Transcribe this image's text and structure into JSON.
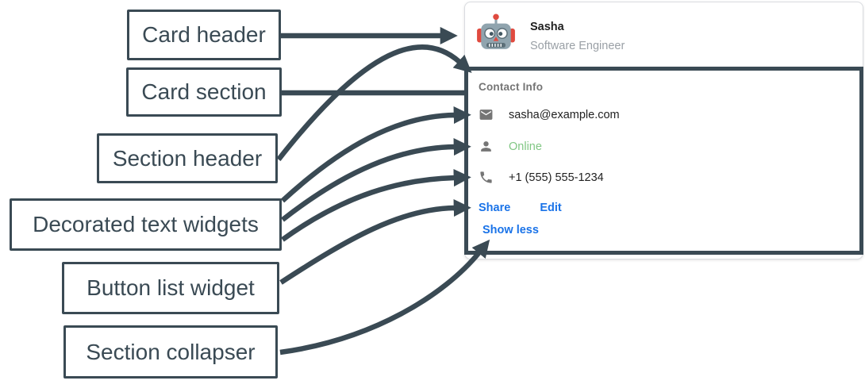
{
  "colors": {
    "annotation_slate": "#3a4a54",
    "link_blue": "#1a73e8",
    "online_green": "#81c784",
    "icon_gray": "#757575",
    "text_dark": "#212121",
    "subtitle_gray": "#9aa0a6",
    "card_border_gray": "#dadce0"
  },
  "annotations": {
    "card_header_label": "Card header",
    "card_section_label": "Card section",
    "section_header_label": "Section header",
    "decorated_text_widgets_label": "Decorated text widgets",
    "button_list_widget_label": "Button list widget",
    "section_collapser_label": "Section collapser"
  },
  "card": {
    "header": {
      "avatar_icon": "robot-icon",
      "name": "Sasha",
      "subtitle": "Software Engineer"
    },
    "section": {
      "header": "Contact Info",
      "rows": [
        {
          "icon": "email-icon",
          "text": "sasha@example.com"
        },
        {
          "icon": "person-icon",
          "text": "Online"
        },
        {
          "icon": "phone-icon",
          "text": "+1 (555) 555-1234"
        }
      ],
      "buttons": [
        {
          "label": "Share"
        },
        {
          "label": "Edit"
        }
      ],
      "collapser_label": "Show less"
    }
  }
}
